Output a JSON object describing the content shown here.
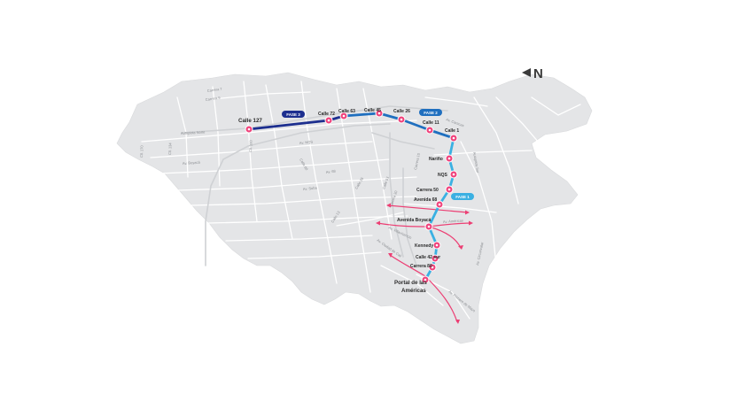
{
  "colors": {
    "city_fill": "#e4e5e7",
    "phase1": "#3ab0e2",
    "phase2": "#1f6fbf",
    "phase3": "#1d2f8f",
    "station": "#f0437c",
    "connector": "#ec3f74"
  },
  "north_label": "N",
  "phases": [
    {
      "label": "FASE 3"
    },
    {
      "label": "FASE 2"
    },
    {
      "label": "FASE 1"
    }
  ],
  "stations": [
    {
      "name": "Calle 127"
    },
    {
      "name": "Calle 72"
    },
    {
      "name": "Calle 63"
    },
    {
      "name": "Calle 45"
    },
    {
      "name": "Calle 26"
    },
    {
      "name": "Calle 11"
    },
    {
      "name": "Calle 1"
    },
    {
      "name": "Nariño"
    },
    {
      "name": "NQS"
    },
    {
      "name": "Carrera 50"
    },
    {
      "name": "Avenida 68"
    },
    {
      "name": "Avenida Boyacá"
    },
    {
      "name": "Kennedy"
    },
    {
      "name": "Calle 42 sur"
    },
    {
      "name": "Carrera 80"
    },
    {
      "name": "Portal de las Américas",
      "line1": "Portal de las",
      "line2": "Américas"
    }
  ],
  "streets": [
    "Carrera 7",
    "Carrera 9",
    "Autopista Norte",
    "Cll. 100",
    "Cll. 170",
    "Cll. 134",
    "Av. Boyacá",
    "Av. NQS",
    "Av. 68",
    "Calle 80",
    "Av. Suba",
    "Calle 26",
    "Calle 13",
    "Carrera 30",
    "Calle 53",
    "Av. Caracas",
    "Av. Américas",
    "Av. Ciudad de Cali",
    "Autopista Sur",
    "Carrera 10",
    "Av. Primero de Mayo",
    "Av. Circunvalar",
    "Av. Villavicencio"
  ]
}
